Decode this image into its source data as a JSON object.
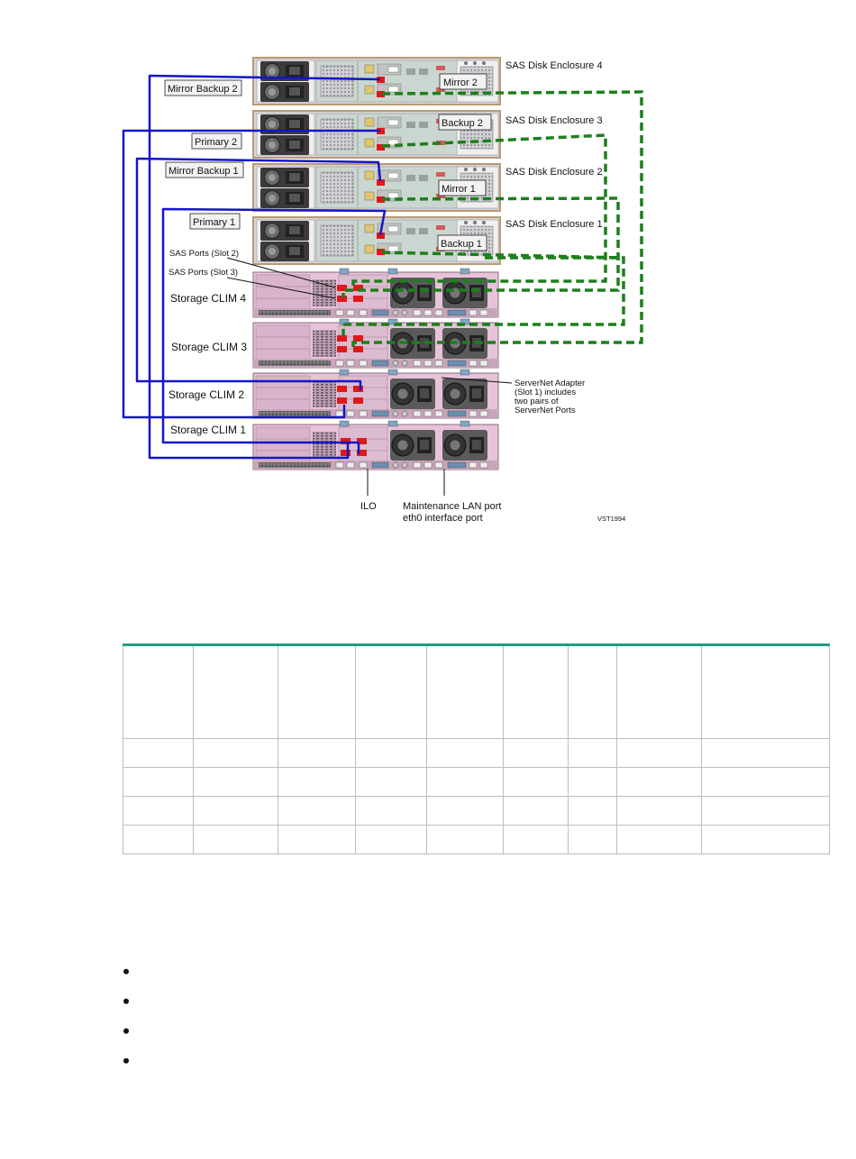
{
  "figure": {
    "enclosures": [
      "SAS Disk Enclosure 4",
      "SAS Disk Enclosure 3",
      "SAS Disk Enclosure 2",
      "SAS Disk Enclosure 1"
    ],
    "enclosure_tags": [
      "Mirror 2",
      "Backup 2",
      "Mirror 1",
      "Backup 1"
    ],
    "cable_labels": [
      "Mirror Backup 2",
      "Primary 2",
      "Mirror Backup 1",
      "Primary 1"
    ],
    "slot_labels": [
      "SAS Ports (Slot 2)",
      "SAS Ports (Slot 3)"
    ],
    "clims": [
      "Storage CLIM 4",
      "Storage CLIM 3",
      "Storage CLIM 2",
      "Storage CLIM 1"
    ],
    "servernet_note": [
      "ServerNet Adapter",
      "(Slot 1) includes",
      "two pairs of",
      "ServerNet Ports"
    ],
    "ilo_label": "ILO",
    "maintenance_label": [
      "Maintenance LAN port",
      "eth0 interface port"
    ],
    "figure_id": "VST1994",
    "colors": {
      "primary_cable": "#1515c8",
      "backup_cable": "#1c7f1c",
      "sas_port": "#e01818"
    }
  },
  "table": {
    "columns": [
      "",
      "",
      "",
      "",
      "",
      "",
      "",
      "",
      ""
    ],
    "rows": [
      [
        "",
        "",
        "",
        "",
        "",
        "",
        "",
        "",
        ""
      ],
      [
        "",
        "",
        "",
        "",
        "",
        "",
        "",
        "",
        ""
      ],
      [
        "",
        "",
        "",
        "",
        "",
        "",
        "",
        "",
        ""
      ],
      [
        "",
        "",
        "",
        "",
        "",
        "",
        "",
        "",
        ""
      ]
    ]
  },
  "bullets": [
    "",
    "",
    "",
    ""
  ]
}
